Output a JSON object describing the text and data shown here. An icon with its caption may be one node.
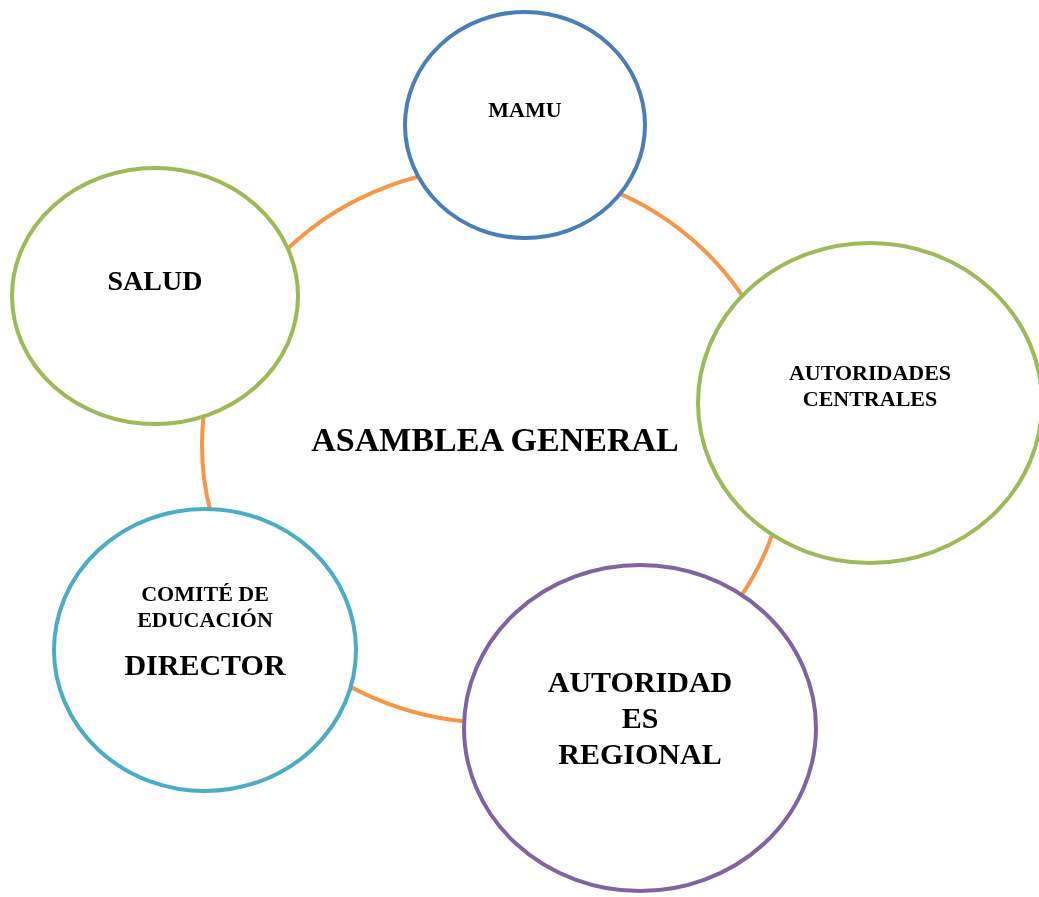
{
  "diagram": {
    "nodes": [
      {
        "text": [
          "ASAMBLEA GENERAL"
        ]
      },
      {
        "text": [
          "MAMU"
        ]
      },
      {
        "text": [
          "SALUD"
        ]
      },
      {
        "text": [
          "AUTORIDADES CENTRALES"
        ]
      },
      {
        "text": [
          "COMITÉ DE EDUCACIÓN",
          "DIRECTOR"
        ]
      },
      {
        "text": [
          "AUTORIDAD ES REGIONAL"
        ]
      }
    ]
  }
}
